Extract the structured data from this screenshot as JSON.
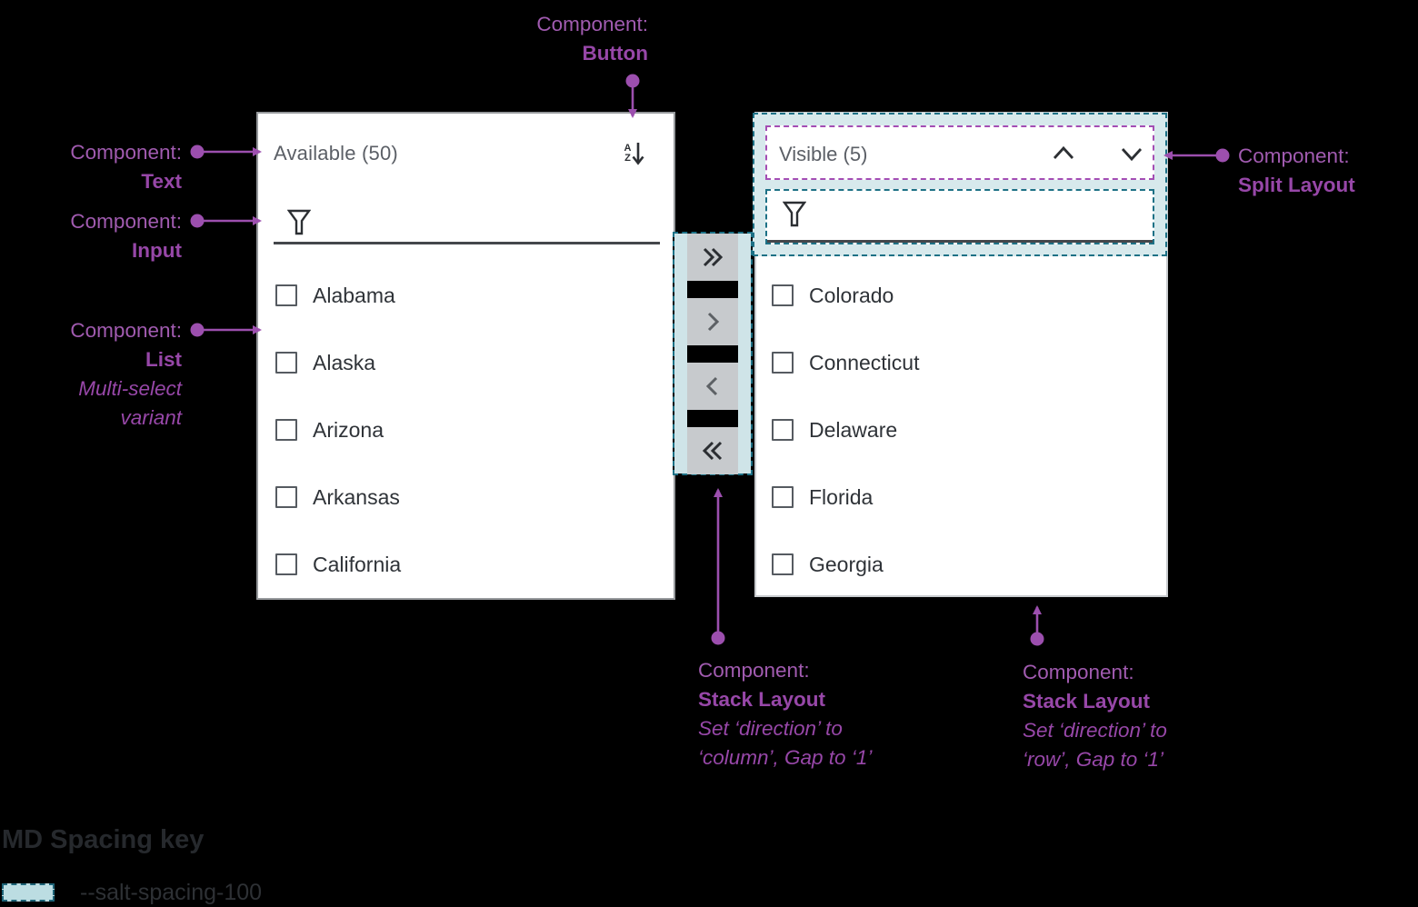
{
  "colors": {
    "background": "#000000",
    "panel_bg": "#ffffff",
    "annotation_purple": "#9c4fae",
    "spacing_teal_border": "#1d7186",
    "spacing_teal_fill": "#d7e9ec",
    "split_layout_purple_border": "#a44db4",
    "transfer_button_bg": "#c7cacd",
    "list_text": "#2f3338",
    "panel_title_text": "#5b5f66",
    "input_underline": "#44474b"
  },
  "left_panel": {
    "title": "Available (50)",
    "sort_icon_top": "A",
    "sort_icon_bottom": "Z",
    "items": [
      "Alabama",
      "Alaska",
      "Arizona",
      "Arkansas",
      "California"
    ]
  },
  "right_panel": {
    "title": "Visible (5)",
    "items": [
      "Colorado",
      "Connecticut",
      "Delaware",
      "Florida",
      "Georgia"
    ]
  },
  "transfer_icons": {
    "move_all_right": "double-chevron-right",
    "move_right": "chevron-right",
    "move_left": "chevron-left",
    "move_all_left": "double-chevron-left"
  },
  "annotations": {
    "button": {
      "prefix": "Component:",
      "name": "Button"
    },
    "text": {
      "prefix": "Component:",
      "name": "Text"
    },
    "input": {
      "prefix": "Component:",
      "name": "Input"
    },
    "list": {
      "prefix": "Component:",
      "name": "List",
      "variant_line1": "Multi-select",
      "variant_line2": "variant"
    },
    "split_layout": {
      "prefix": "Component:",
      "name": "Split Layout"
    },
    "stack_layout_column": {
      "prefix": "Component:",
      "name": "Stack Layout",
      "detail_line1": "Set ‘direction’ to",
      "detail_line2": "‘column’, Gap to ‘1’"
    },
    "stack_layout_row": {
      "prefix": "Component:",
      "name": "Stack Layout",
      "detail_line1": "Set ‘direction’ to",
      "detail_line2": "‘row’, Gap to ‘1’"
    }
  },
  "legend": {
    "title": "MD Spacing key",
    "token": "--salt-spacing-100"
  }
}
